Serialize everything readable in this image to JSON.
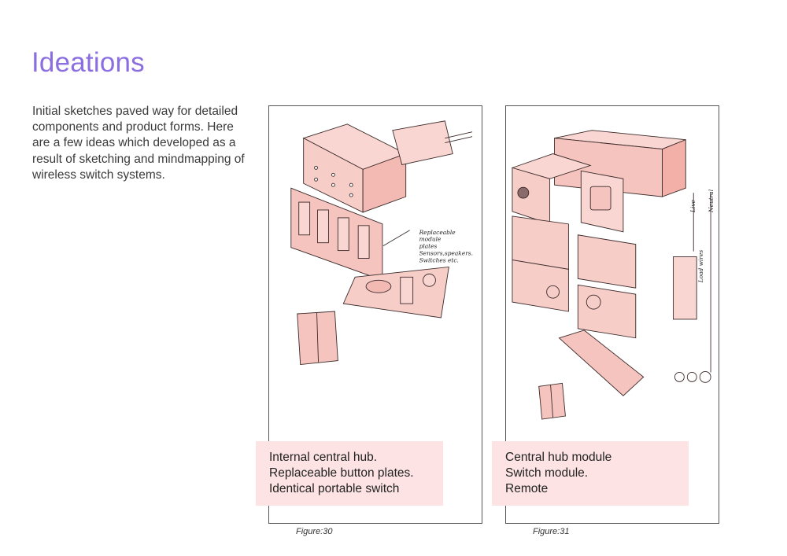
{
  "page": {
    "title": "Ideations",
    "intro": "Initial sketches paved way for detailed components and product forms. Here are a few  ideas which developed as a result of sketching and mindmapping of wireless switch systems."
  },
  "figures": [
    {
      "label": "Figure:30",
      "caption_lines": [
        "Internal central hub.",
        "Replaceable button plates.",
        "Identical portable switch"
      ],
      "annotations": [
        "Replaceable",
        "module",
        "plates",
        "Sensors,speakers.",
        "Switches etc."
      ]
    },
    {
      "label": "Figure:31",
      "caption_lines": [
        "Central hub module",
        "Switch module.",
        "Remote"
      ],
      "annotations": [
        "Live",
        "Neutral",
        "Load wires"
      ]
    }
  ],
  "colors": {
    "title": "#8b6fe0",
    "caption_bg": "#fde3e3",
    "sketch_fill": "#f7c9c4"
  }
}
